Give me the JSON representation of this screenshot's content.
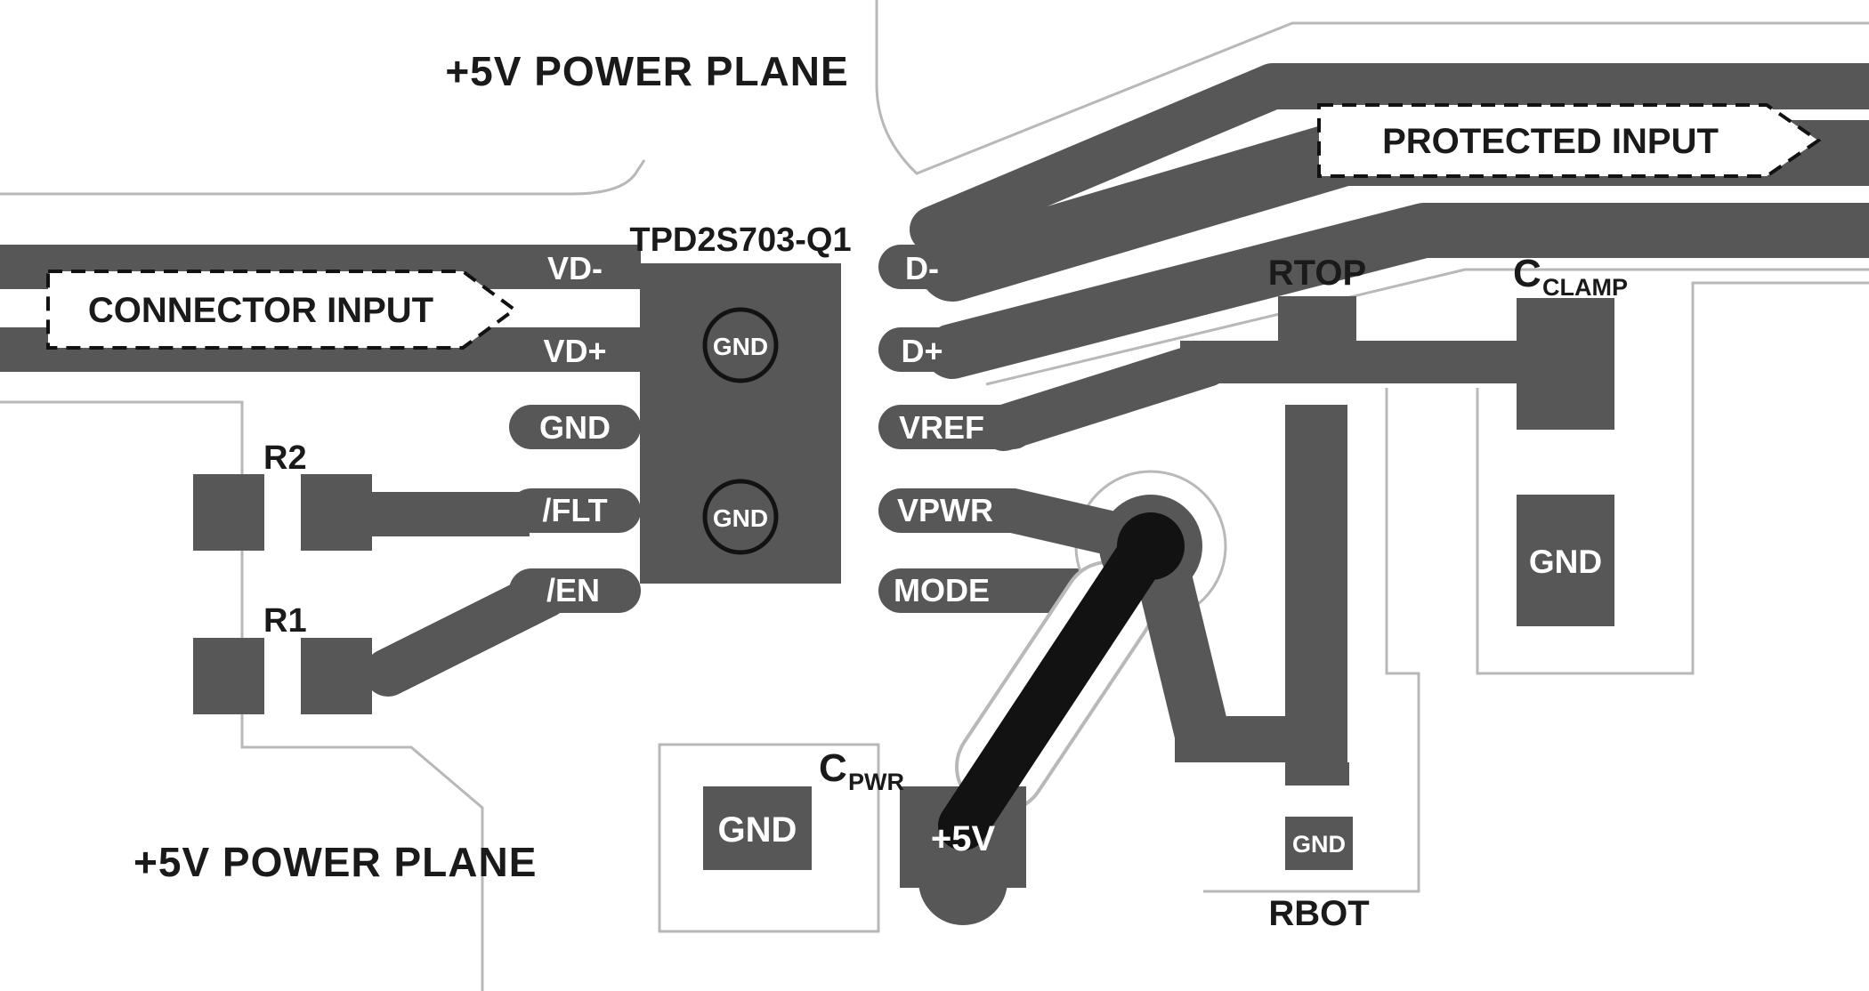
{
  "colors": {
    "copper": "#575757",
    "ink": "#121212",
    "outline": "#b8b8b8",
    "label": "#1a1a1a"
  },
  "labels": {
    "top_plane": "+5V POWER PLANE",
    "bottom_plane": "+5V POWER PLANE",
    "connector_input": "CONNECTOR INPUT",
    "protected_input": "PROTECTED  INPUT",
    "ic": "TPD2S703-Q1",
    "r1": "R1",
    "r2": "R2",
    "rtop": "RTOP",
    "rbot": "RBOT",
    "c_clamp": {
      "main": "C",
      "sub": "CLAMP"
    },
    "c_pwr": {
      "main": "C",
      "sub": "PWR"
    },
    "plus5v": "+5V"
  },
  "pins": {
    "left": [
      "VD-",
      "VD+",
      "GND",
      "/FLT",
      "/EN"
    ],
    "right": [
      "D-",
      "D+",
      "VREF",
      "VPWR",
      "MODE"
    ]
  },
  "gnd_labels": {
    "ic_via_top": "GND",
    "ic_via_bottom": "GND",
    "cpwr": "GND",
    "clamp_area": "GND",
    "rbot": "GND"
  }
}
